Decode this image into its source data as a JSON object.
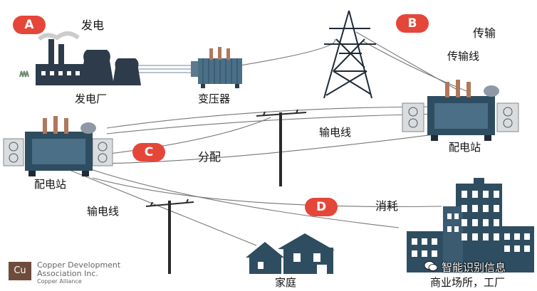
{
  "badges": {
    "a": "A",
    "b": "B",
    "c": "C",
    "d": "D"
  },
  "stages": {
    "generation": "发电",
    "transmission": "传输",
    "distribution": "分配",
    "consumption": "消耗"
  },
  "labels": {
    "power_plant": "发电厂",
    "transformer": "变压器",
    "transmission_line": "传输线",
    "substation_right": "配电站",
    "substation_left": "配电站",
    "power_line_upper": "输电线",
    "power_line_lower": "输电线",
    "home": "家庭",
    "business": "商业场所，工厂"
  },
  "logo": {
    "mark": "Cu",
    "line1": "Copper Development",
    "line2": "Association Inc.",
    "line3": "Copper Alliance"
  },
  "watermark": "智能识别信息",
  "colors": {
    "badge": "#e5463a",
    "structure": "#2d3b4a",
    "transformer": "#4a6f86",
    "insulator": "#b0775c",
    "logo": "#6f4b3c"
  }
}
